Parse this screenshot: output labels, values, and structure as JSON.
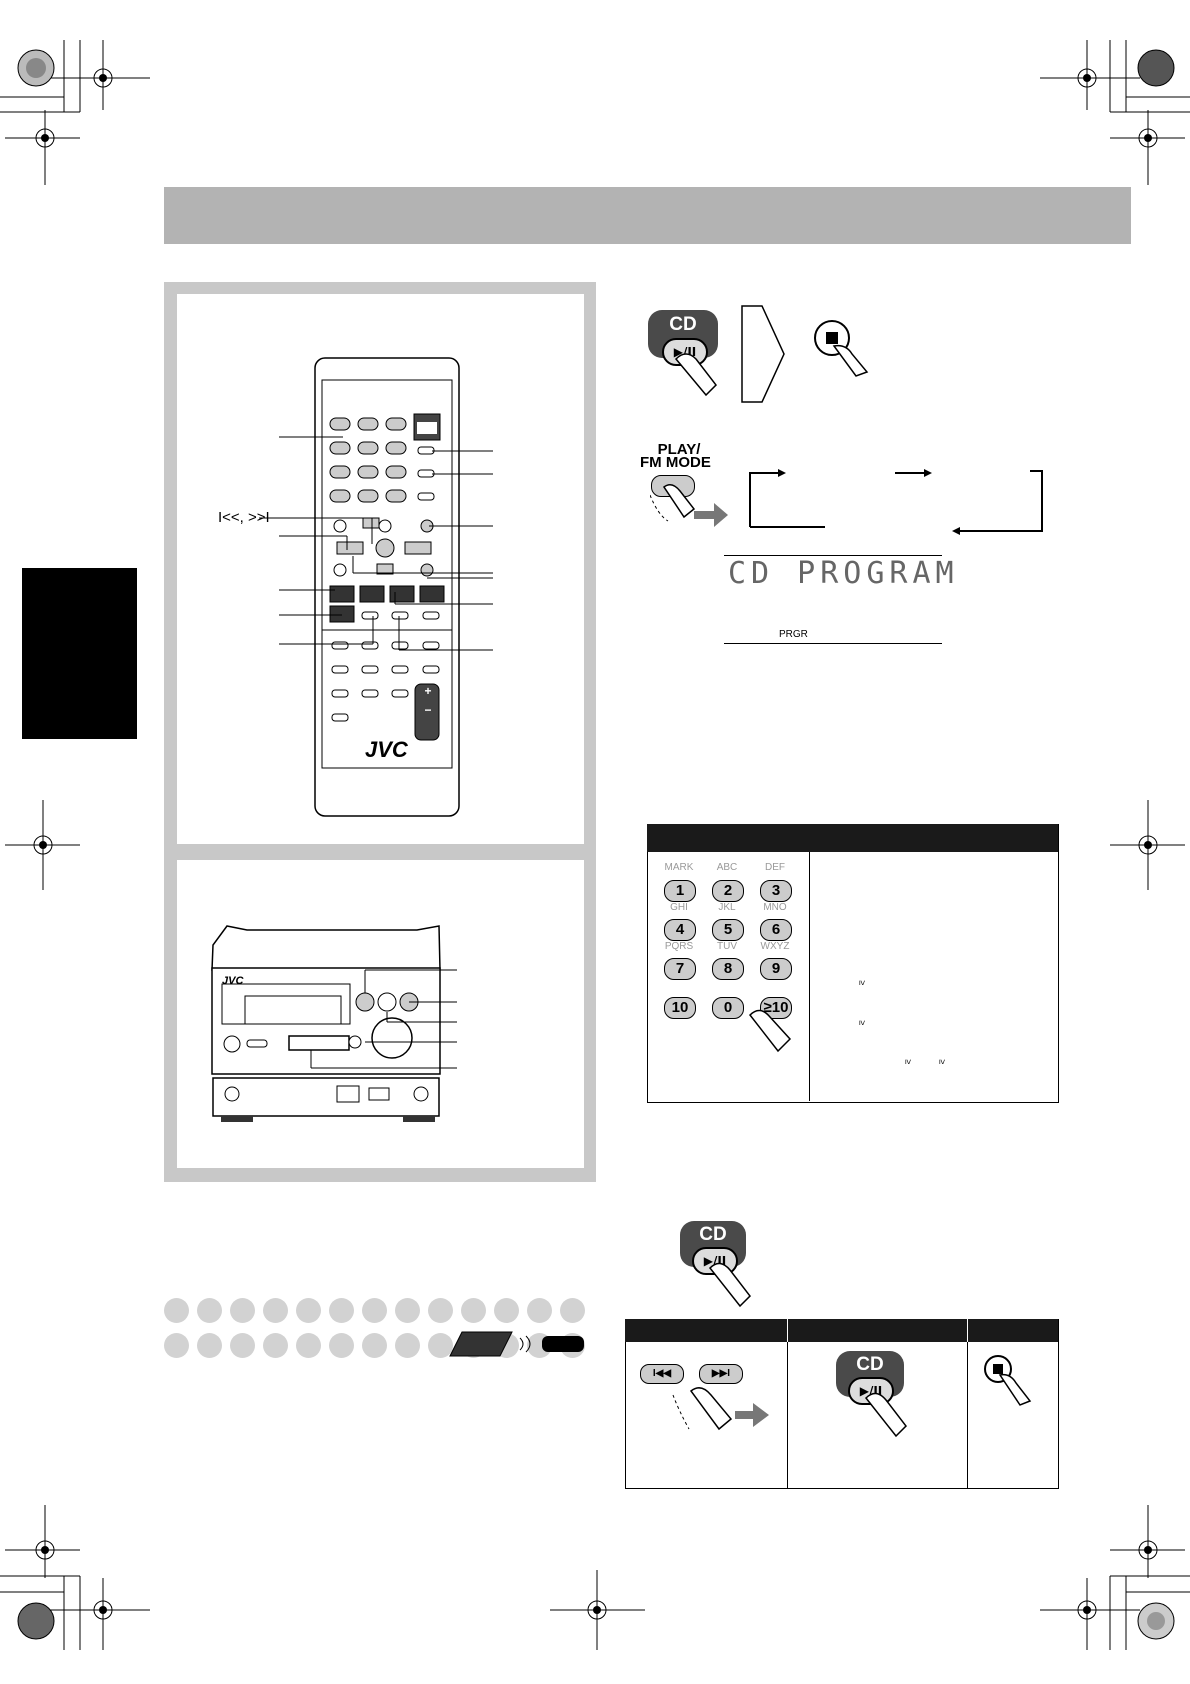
{
  "remote": {
    "skip_label": "I<<, >>I",
    "brand": "JVC",
    "vol_plus": "+",
    "vol_minus": "−"
  },
  "unit": {
    "brand": "JVC"
  },
  "cd_button": {
    "label": "CD",
    "play_pause": "▶/II"
  },
  "play_mode": {
    "label_line1": "PLAY/",
    "label_line2": "FM MODE"
  },
  "display": {
    "text": "CD PROGRAM",
    "indicator": "PRGR"
  },
  "keypad": {
    "rows": [
      [
        {
          "letters": "MARK",
          "num": "1"
        },
        {
          "letters": "ABC",
          "num": "2"
        },
        {
          "letters": "DEF",
          "num": "3"
        }
      ],
      [
        {
          "letters": "GHI",
          "num": "4"
        },
        {
          "letters": "JKL",
          "num": "5"
        },
        {
          "letters": "MNO",
          "num": "6"
        }
      ],
      [
        {
          "letters": "PQRS",
          "num": "7"
        },
        {
          "letters": "TUV",
          "num": "8"
        },
        {
          "letters": "WXYZ",
          "num": "9"
        }
      ],
      [
        {
          "letters": "",
          "num": "10"
        },
        {
          "letters": "",
          "num": "0"
        },
        {
          "letters": "",
          "num": "≥10"
        }
      ]
    ],
    "symbol": "≥"
  },
  "skip_buttons": {
    "prev": "I◀◀",
    "next": "▶▶I"
  }
}
